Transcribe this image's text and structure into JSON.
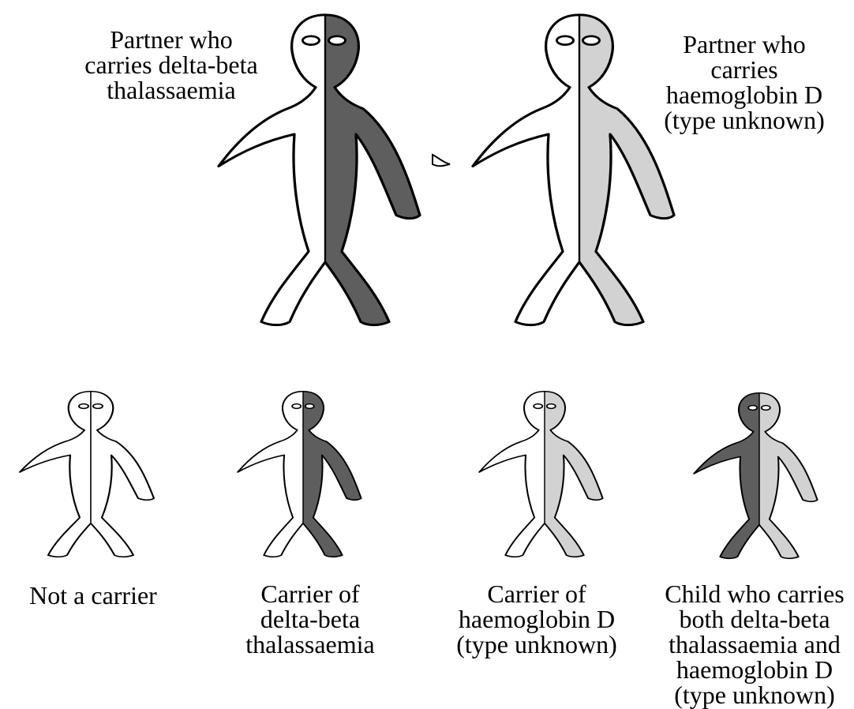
{
  "colors": {
    "delta_beta": "#5e5e5e",
    "haemoglobin_d": "#d2d2d2",
    "normal": "#ffffff",
    "outline": "#000000"
  },
  "parents": {
    "left": {
      "lines": [
        "Partner who",
        "carries delta-beta",
        "thalassaemia"
      ],
      "left_half": "normal",
      "right_half": "delta_beta"
    },
    "right": {
      "lines": [
        "Partner who",
        "carries",
        "haemoglobin D",
        "(type unknown)"
      ],
      "left_half": "normal",
      "right_half": "haemoglobin_d"
    }
  },
  "children": [
    {
      "lines": [
        "Not a carrier"
      ],
      "left_half": "normal",
      "right_half": "normal"
    },
    {
      "lines": [
        "Carrier of",
        "delta-beta",
        "thalassaemia"
      ],
      "left_half": "normal",
      "right_half": "delta_beta"
    },
    {
      "lines": [
        "Carrier of",
        "haemoglobin D",
        "(type unknown)"
      ],
      "left_half": "normal",
      "right_half": "haemoglobin_d"
    },
    {
      "lines": [
        "Child who carries",
        "both delta-beta",
        "thalassaemia and",
        "haemoglobin D",
        "(type unknown)"
      ],
      "left_half": "delta_beta",
      "right_half": "haemoglobin_d"
    }
  ]
}
